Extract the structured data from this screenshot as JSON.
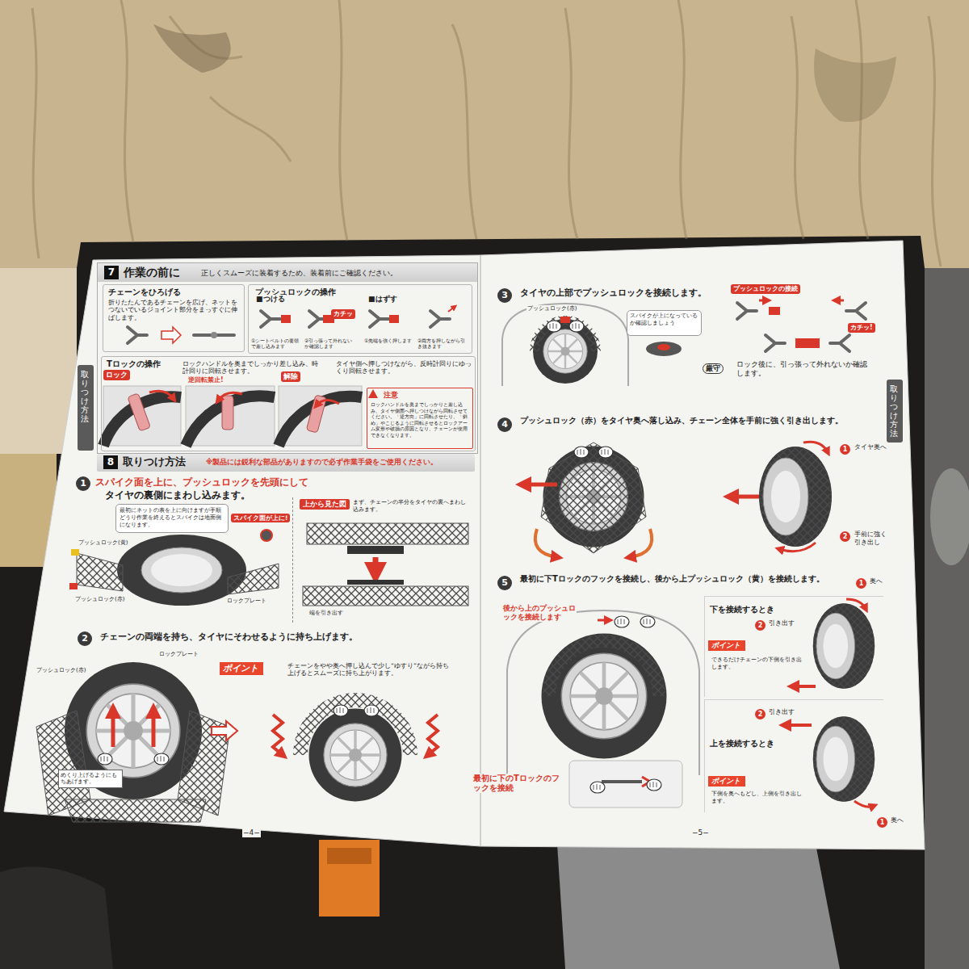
{
  "diagram": {
    "nodes": [
      {
        "text": [
          "7",
          "作業の前に",
          "正しくスムーズに装着するため、装着前にご確認ください。"
        ]
      },
      {
        "text": [
          "チェーンをひろげる",
          "折りたたんであるチェーンを広げ、ネットをつないでいるジョイント部分をまっすぐに伸ばします。"
        ],
        "in": 0
      },
      {
        "text": [
          "プッシュロックの操作"
        ],
        "in": 0
      },
      {
        "text": [
          "Tロックの操作",
          "ロックハンドルを奥までしっかり差し込み、時計回りに回転させます。",
          "タイヤ側へ押しつけながら、反時計回りにゆっくり回転させます。"
        ],
        "in": 0
      },
      {
        "text": [
          "注意",
          "ロックハンドルを奥までしっかりと差し込み、タイヤ側面へ押しつけながら回転させてください。「逆方向」に回転させたり、「斜め」やこじるように回転させるとロックアーム変形や破損の原因となり、チェーンが使用できなくなります。"
        ],
        "in": 3
      },
      {
        "text": [
          "8",
          "取りつけ方法",
          "※製品には鋭利な部品がありますので必ず作業手袋をご使用ください。"
        ]
      },
      {
        "text": [
          "1",
          "スパイク面を上に、プッシュロックを先頭にして",
          "タイヤの裏側にまわし込みます。"
        ]
      },
      {
        "text": [
          "最初にネットの表を上に向けますが手順どうり作業を終えるとスパイクは地面側になります。"
        ],
        "in": 6
      },
      {
        "text": [
          "上から見た図",
          "まず、チェーンの半分をタイヤの裏へまわし込みます。"
        ],
        "in": 6
      },
      {
        "text": [
          "2",
          "チェーンの両端を持ち、タイヤにそわせるように持ち上げます。"
        ]
      },
      {
        "text": [
          "ポイント",
          "チェーンをやや奥へ押し込んで少し“ゆすり”ながら持ち上げるとスムーズに持ち上がります。"
        ],
        "in": 9
      },
      {
        "text": [
          "取りつけ方法"
        ]
      },
      {
        "text": [
          "3",
          "タイヤの上部でプッシュロックを接続します。"
        ]
      },
      {
        "text": [
          "スパイクが上になっているか確認しましょう"
        ],
        "in": 12
      },
      {
        "text": [
          "厳守",
          "ロック後に、引っ張って外れないか確認します。"
        ],
        "in": 12
      },
      {
        "text": [
          "4",
          "プッシュロック（赤）をタイヤ奥へ落し込み、チェーン全体を手前に強く引き出します。"
        ]
      },
      {
        "text": [
          "5",
          "最初に下Tロックのフックを接続し、後から上プッシュロック（黄）を接続します。"
        ]
      },
      {
        "text": [
          "下を接続するとき"
        ],
        "in": 16
      },
      {
        "text": [
          "ポイント",
          "できるだけチェーンの下側を引き出します。"
        ],
        "in": 17
      },
      {
        "text": [
          "上を接続するとき"
        ],
        "in": 16
      },
      {
        "text": [
          "ポイント",
          "下側を奥へもどし、上側を引き出します。"
        ],
        "in": 19
      },
      {
        "text": [
          "取りつけ方法"
        ]
      }
    ],
    "labels": [
      "■つける",
      "■はずす",
      "カチッ",
      "①シートベルトの要領で差し込みます",
      "②引っ張って外れないか確認します",
      "①先端を強く押します",
      "②両方を押しながら引き抜きます",
      "ロック",
      "逆回転禁止!",
      "解除",
      "スパイク面が上に!",
      "プッシュロック(黄)",
      "プッシュロック(赤)",
      "ロックプレート",
      "端を引き出す",
      "プッシュロック(赤)",
      "ロックプレート",
      "めくり上げるようにもちあげます。",
      "−4−",
      "プッシュロック(赤)",
      "プッシュロックの接続",
      "カチッ!",
      "1",
      "タイヤ奥へ",
      "2",
      "手前に強く引き出し",
      "後から上のプッシュロックを接続します",
      "最初に下のTロックのフックを接続",
      "1",
      "奥へ",
      "2",
      "引き出す",
      "2",
      "引き出す",
      "1",
      "奥へ",
      "−5−"
    ]
  }
}
